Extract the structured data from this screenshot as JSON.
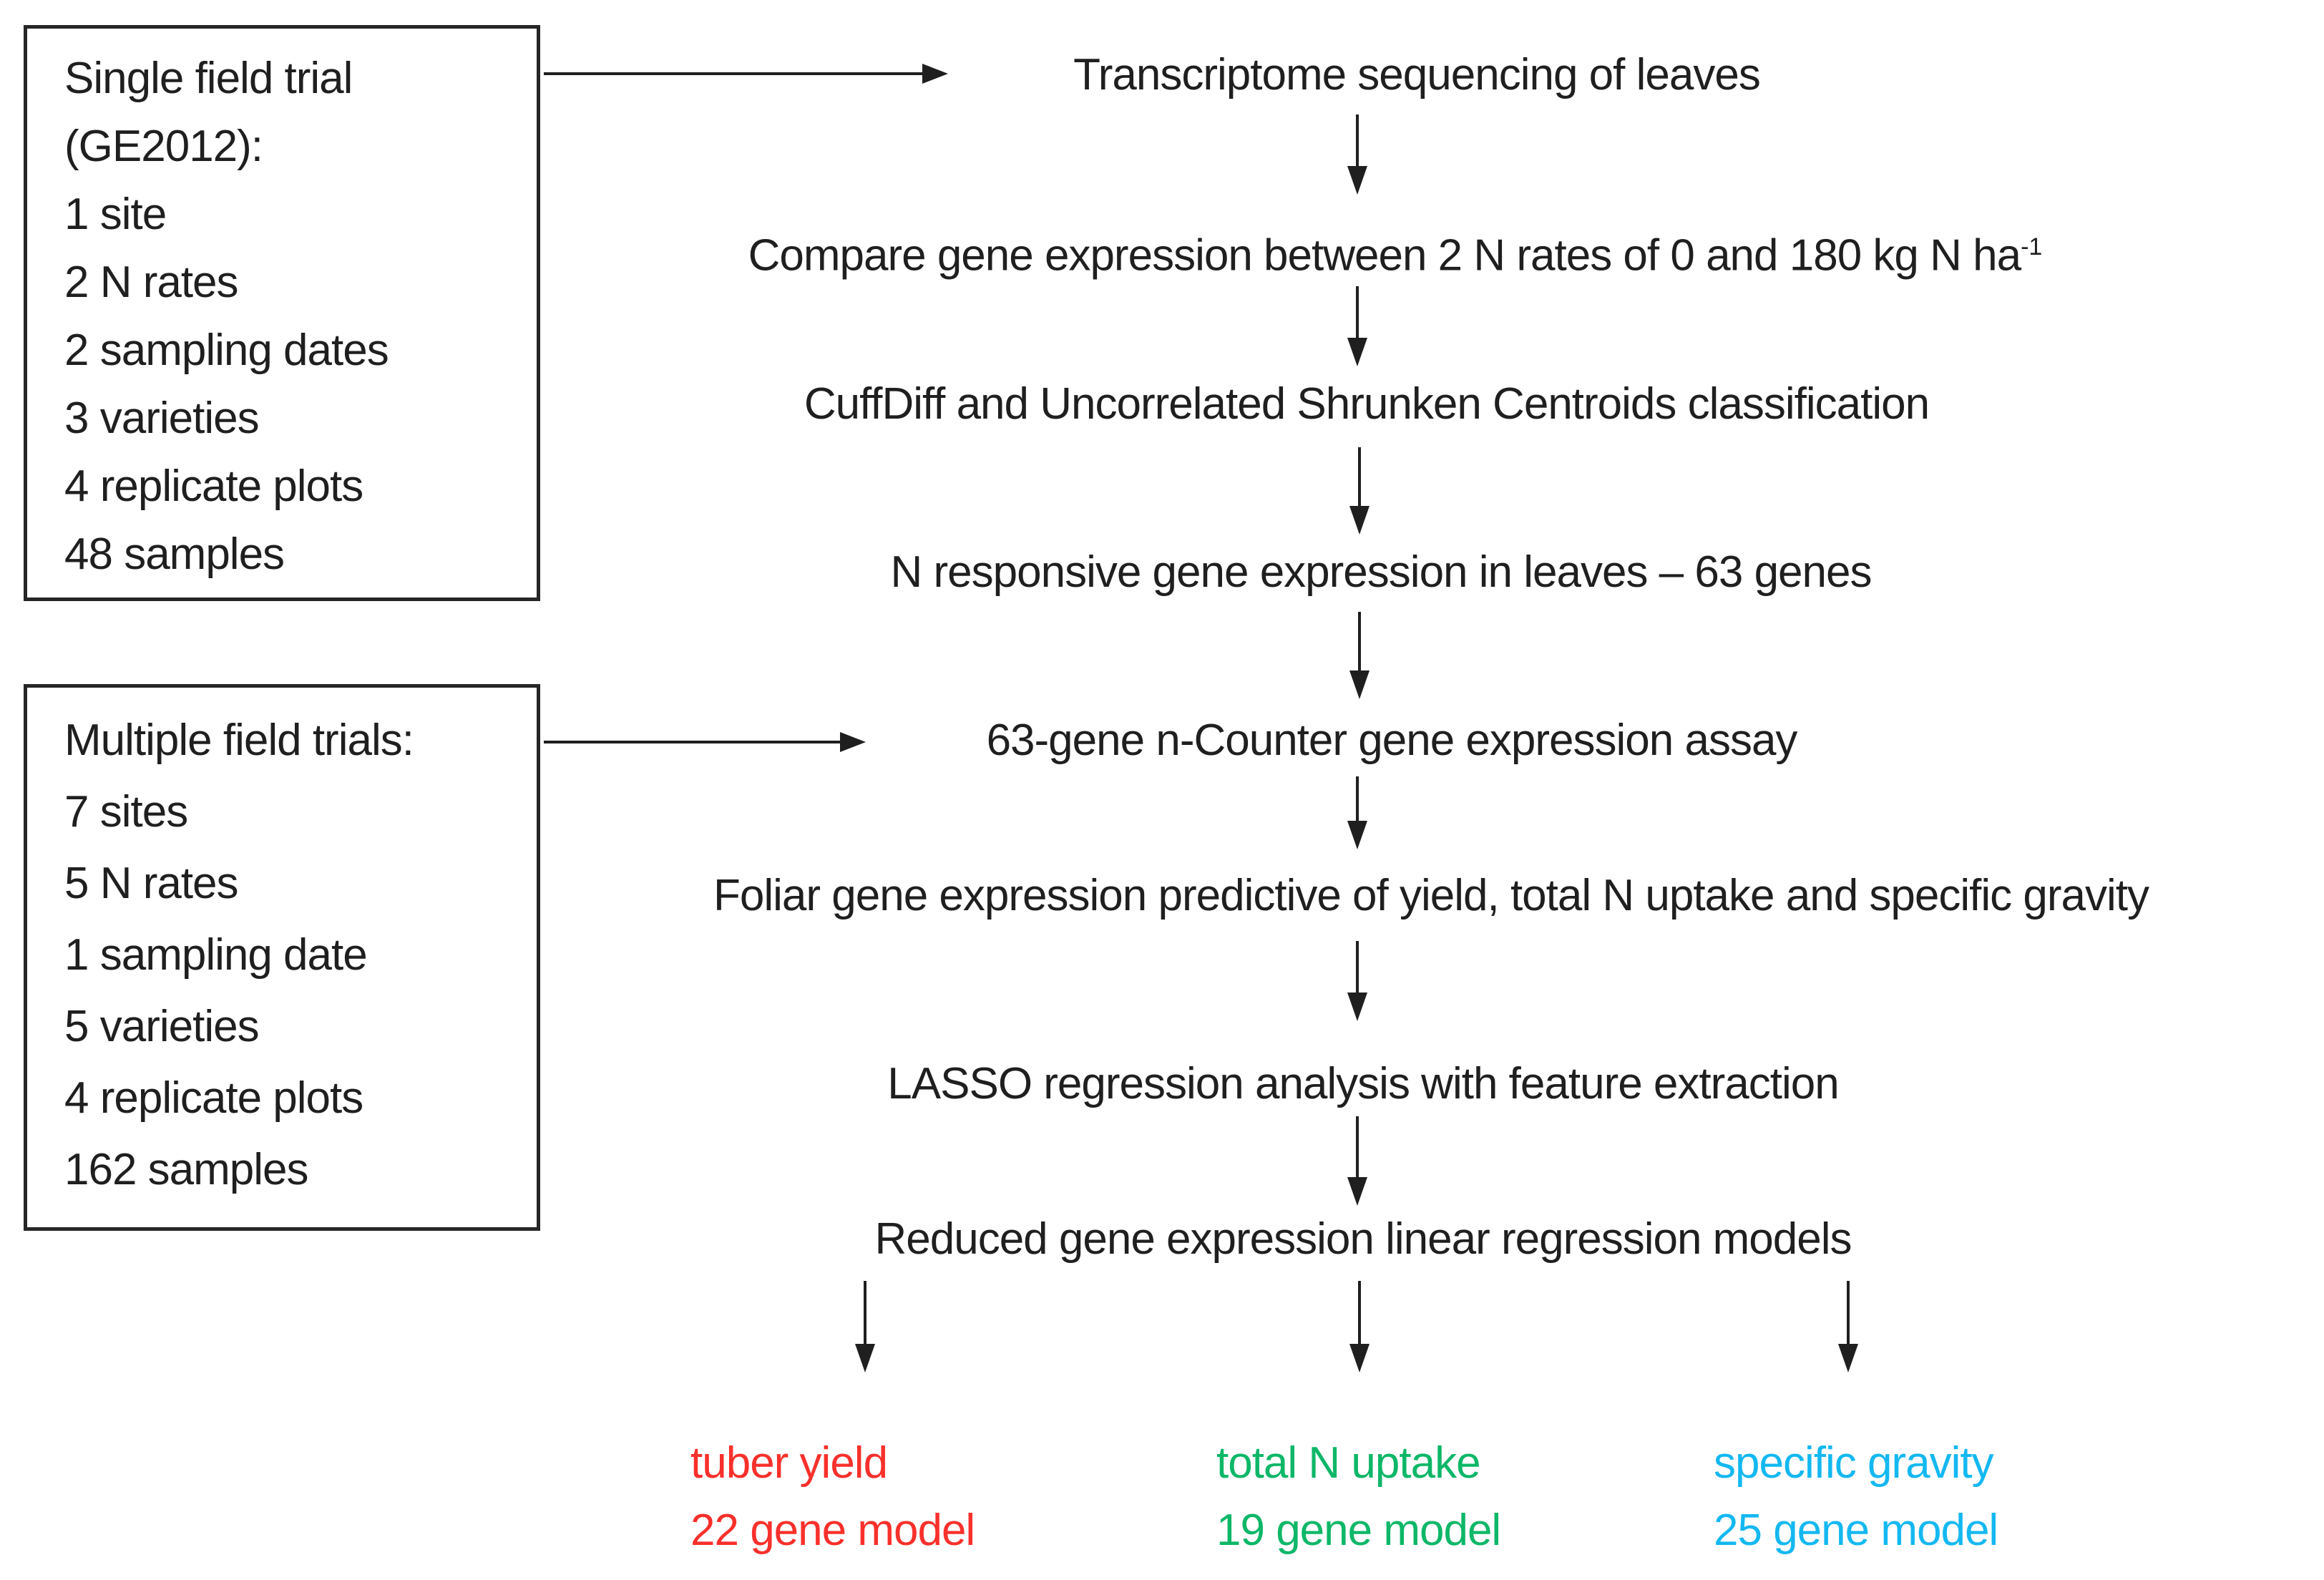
{
  "colors": {
    "ink": "#1f1f1f",
    "tuber_yield": "#f8302b",
    "total_n_uptake": "#0db767",
    "specific_gravity": "#14b8f1"
  },
  "box_single": {
    "lines": [
      "Single field trial",
      "(GE2012):",
      "1 site",
      "2 N rates",
      "2 sampling dates",
      "3 varieties",
      "4 replicate plots",
      "48 samples"
    ]
  },
  "box_multiple": {
    "lines": [
      "Multiple field trials:",
      "7 sites",
      "5 N rates",
      "1 sampling date",
      "5 varieties",
      "4 replicate plots",
      "162 samples"
    ]
  },
  "steps": [
    {
      "text": "Transcriptome sequencing of leaves"
    },
    {
      "text": "Compare gene expression between 2 N rates of 0 and 180 kg N ha",
      "sup": "-1"
    },
    {
      "text": "CuffDiff and Uncorrelated Shrunken Centroids classification"
    },
    {
      "text": "N responsive gene expression in leaves – 63 genes"
    },
    {
      "text": "63-gene n-Counter gene expression assay"
    },
    {
      "text": "Foliar gene expression predictive of yield, total N uptake and specific gravity"
    },
    {
      "text": "LASSO regression analysis with feature extraction"
    },
    {
      "text": "Reduced gene expression linear regression models"
    }
  ],
  "outcomes": [
    {
      "label": "tuber yield",
      "model": "22 gene model"
    },
    {
      "label": "total N uptake",
      "model": "19 gene model"
    },
    {
      "label": "specific gravity",
      "model": "25 gene model"
    }
  ]
}
